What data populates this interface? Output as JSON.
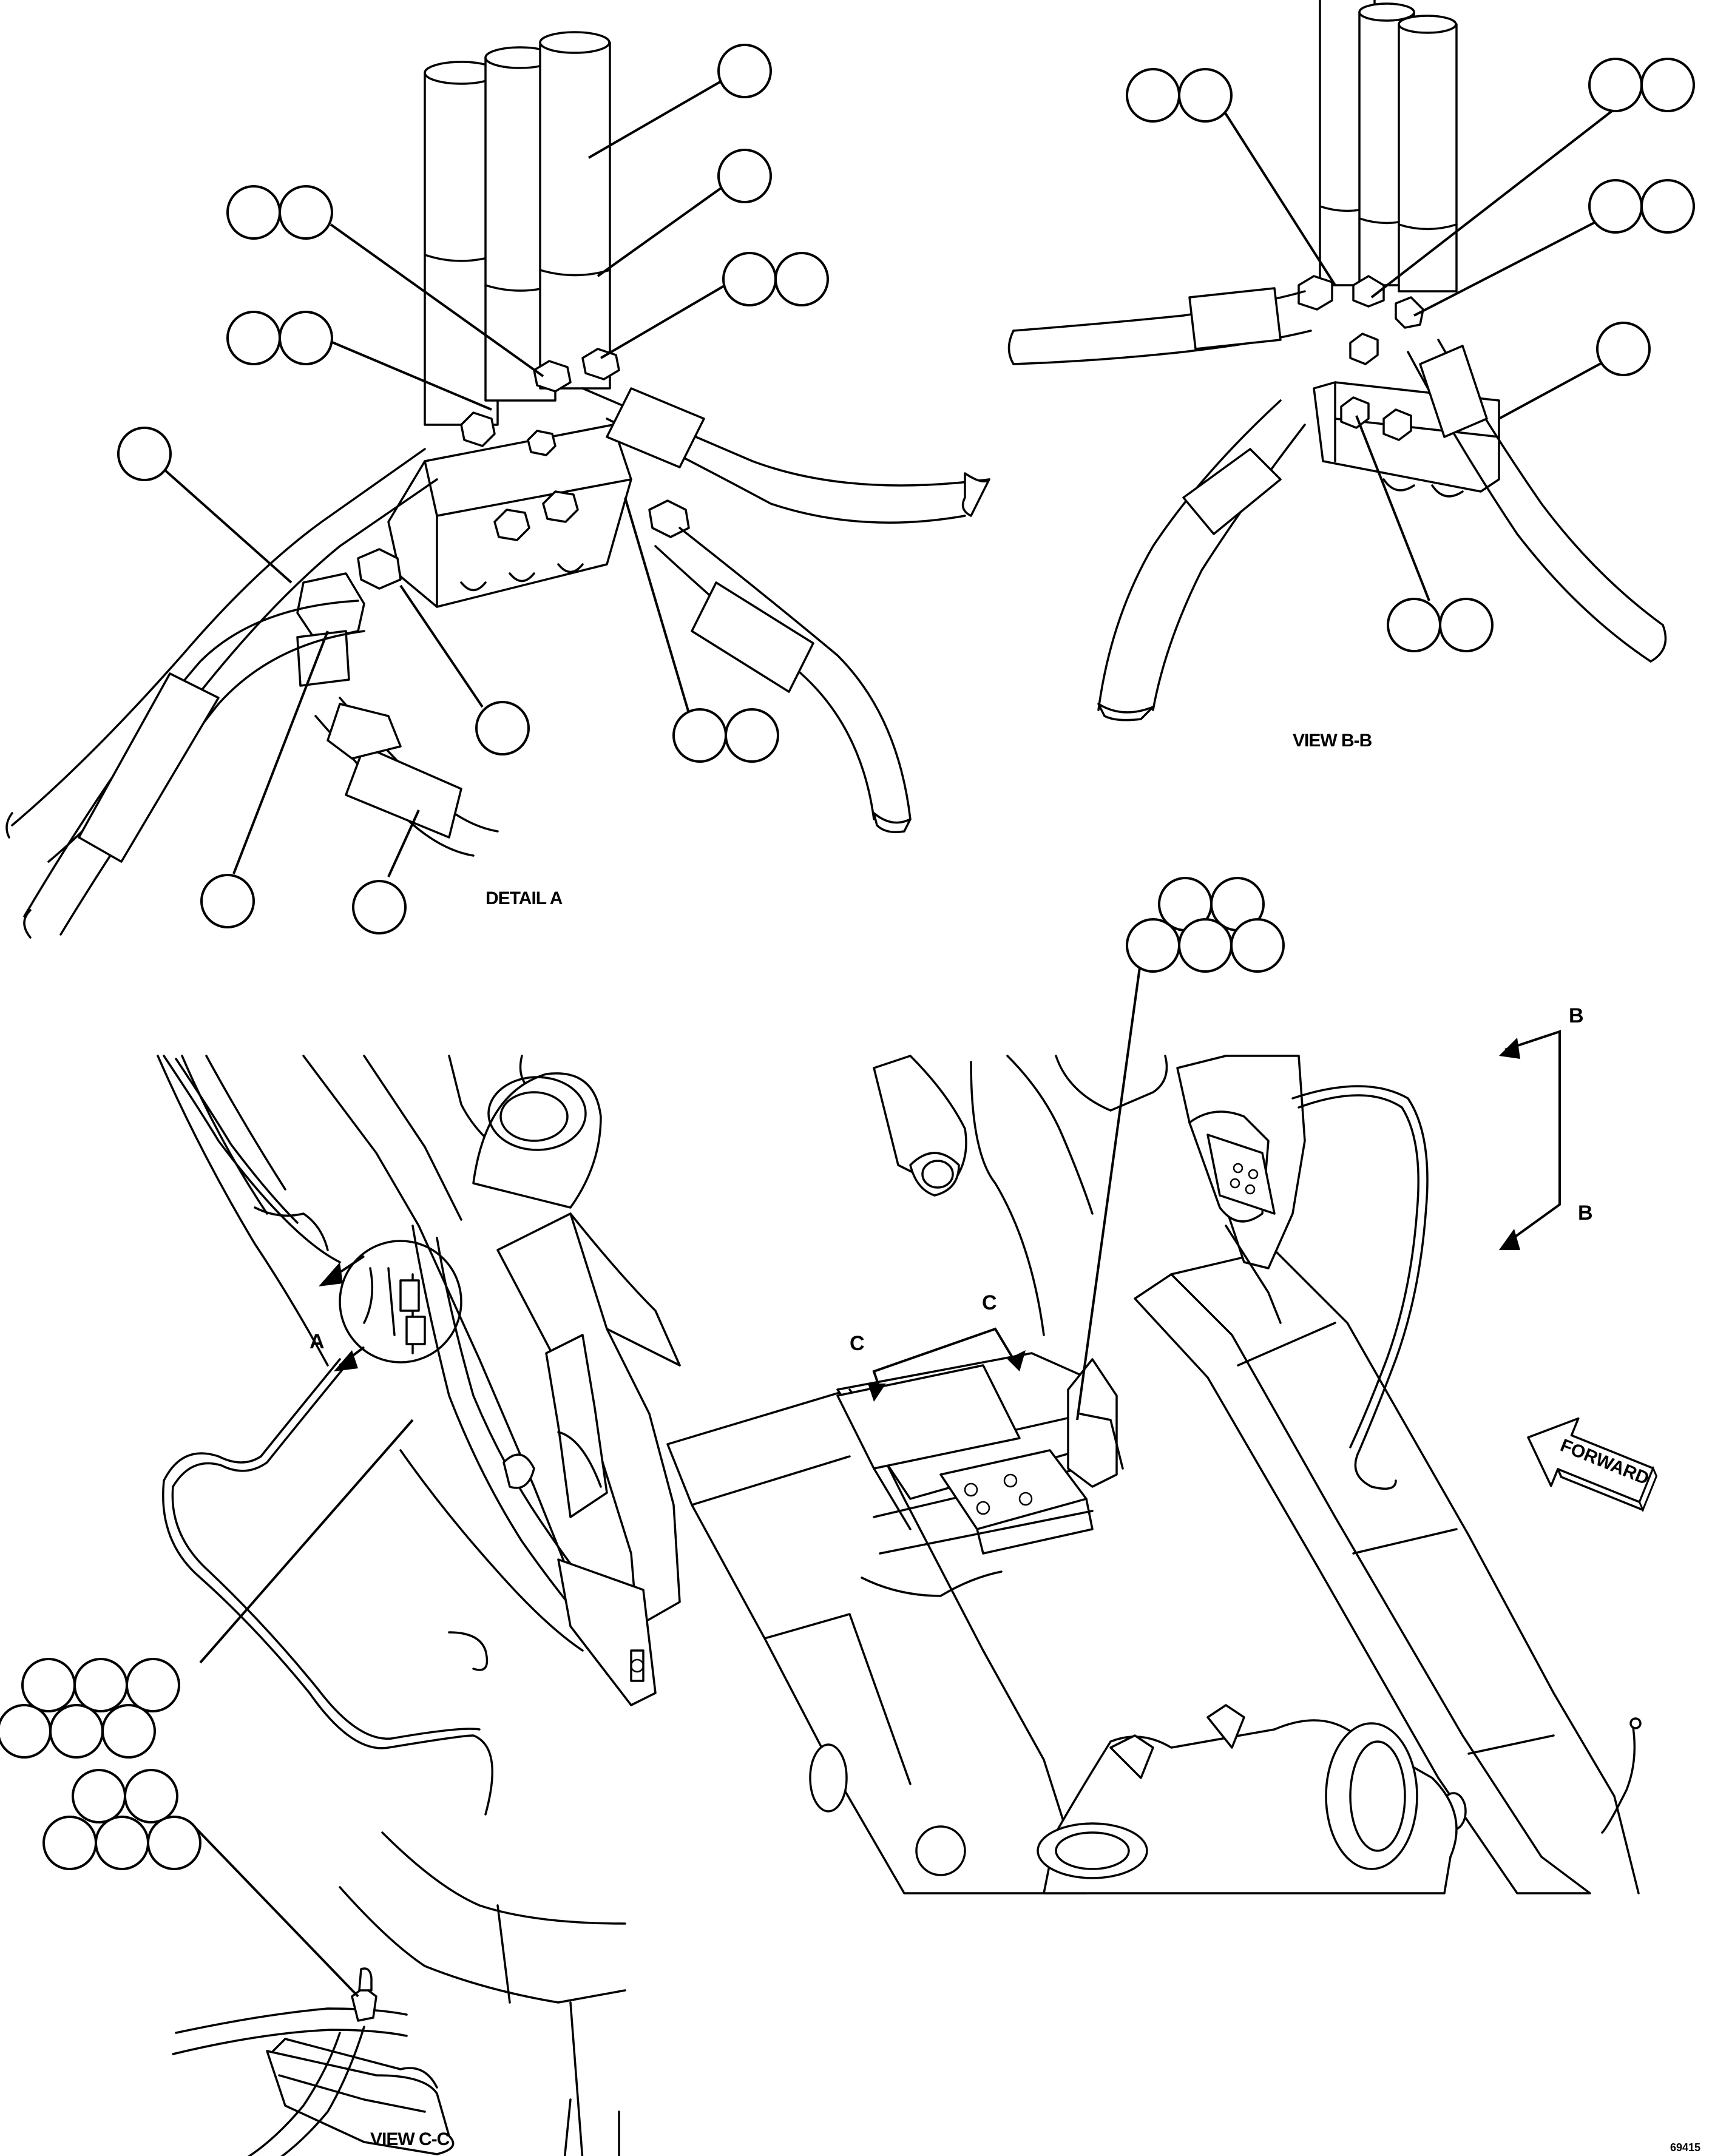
{
  "views": {
    "detail_a": "DETAIL A",
    "view_b": "VIEW B-B",
    "view_c": "VIEW C-C"
  },
  "section_marks": {
    "a": "A",
    "b_top": "B",
    "b_bottom": "B",
    "c_left": "C",
    "c_right": "C"
  },
  "forward_arrow": "FORWARD",
  "drawing_number": "69415"
}
